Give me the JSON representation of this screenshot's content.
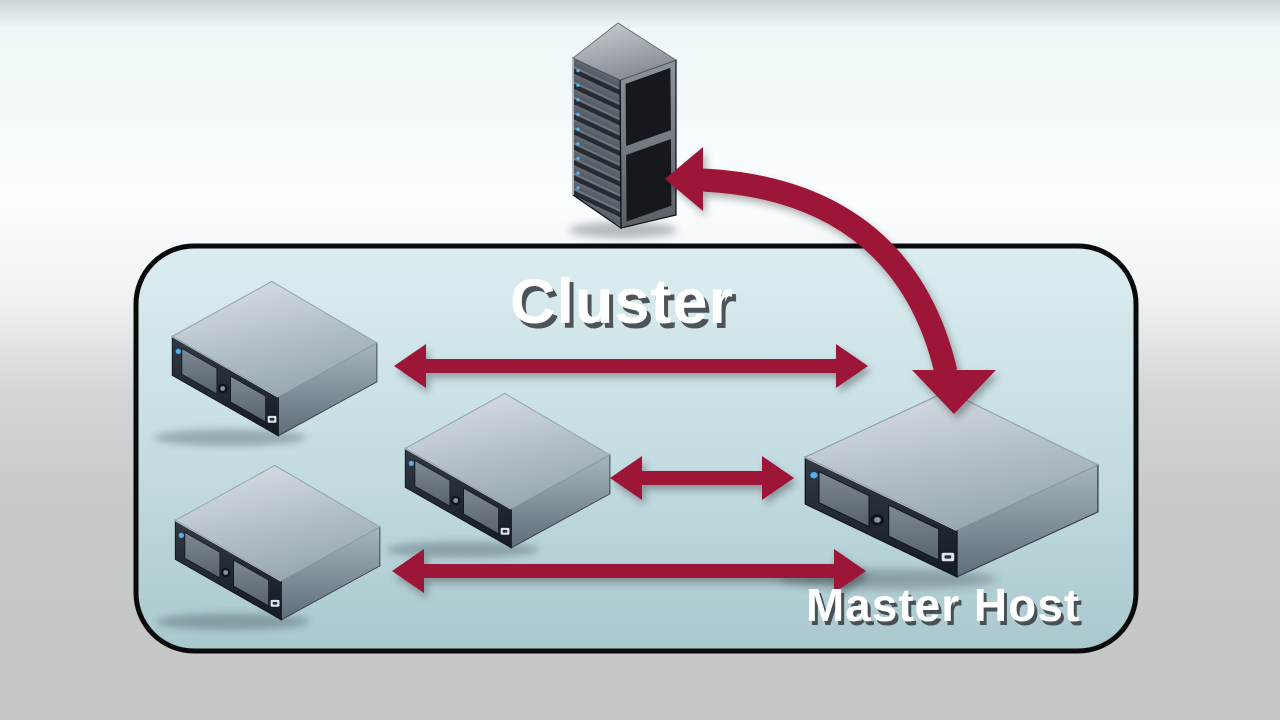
{
  "diagram": {
    "type": "cluster-topology",
    "labels": {
      "cluster": "Cluster",
      "master_host": "Master Host"
    },
    "colors": {
      "arrow": "#9d1239",
      "cluster_fill_top": "#dcedf0",
      "cluster_fill_bottom": "#a9c8cd",
      "cluster_border": "#0a0a0a",
      "label_text": "#ffffff",
      "label_shadow": "#363b40",
      "led_blue": "#4fb0f0",
      "background_top": "#ccd5d8",
      "background_bottom": "#c5c6c6"
    },
    "nodes": [
      {
        "id": "rack-server",
        "icon": "rack-server-icon",
        "label": ""
      },
      {
        "id": "host-top-left",
        "icon": "host-server-icon",
        "label": ""
      },
      {
        "id": "host-bottom-left",
        "icon": "host-server-icon",
        "label": ""
      },
      {
        "id": "host-middle",
        "icon": "host-server-icon",
        "label": ""
      },
      {
        "id": "master-host",
        "icon": "host-server-icon",
        "label": "Master Host"
      }
    ],
    "connections": [
      {
        "from": "host-top-left",
        "to": "master-host",
        "style": "double-headed-arrow"
      },
      {
        "from": "host-middle",
        "to": "master-host",
        "style": "double-headed-arrow"
      },
      {
        "from": "host-bottom-left",
        "to": "master-host",
        "style": "double-headed-arrow"
      },
      {
        "from": "rack-server",
        "to": "master-host",
        "style": "curved-double-headed-arrow"
      }
    ]
  }
}
